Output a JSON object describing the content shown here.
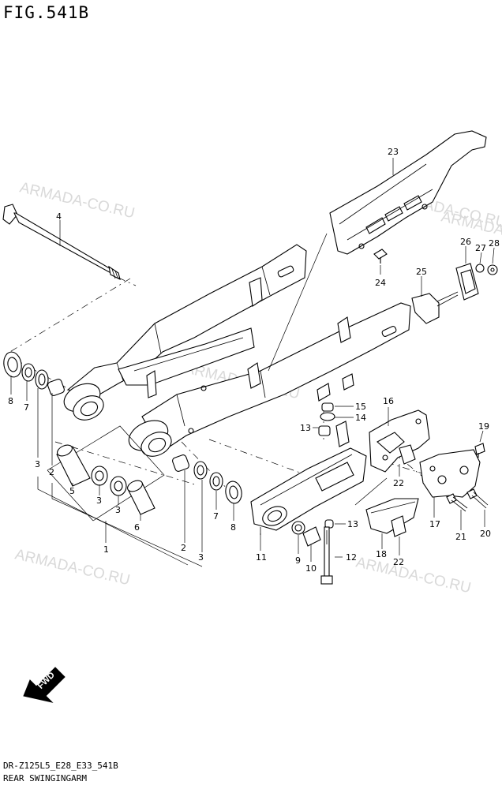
{
  "figure_title": "FIG.541B",
  "footer": {
    "model_code": "DR-Z125L5_E28_E33_541B",
    "section_name": "REAR SWINGINGARM"
  },
  "watermarks": [
    "ARMADA-CO.RU",
    "ARMADA-CO.RU",
    "ARMADA-CO.RU",
    "ARMADA-CO.RU",
    "ARMADA-CO.RU",
    "ARMADA-CO.RU"
  ],
  "forward_arrow": "FWD",
  "part_labels": [
    "1",
    "2",
    "3",
    "4",
    "5",
    "6",
    "7",
    "8",
    "9",
    "10",
    "11",
    "12",
    "13",
    "14",
    "15",
    "16",
    "17",
    "18",
    "19",
    "20",
    "21",
    "22",
    "23",
    "24",
    "25",
    "26",
    "27",
    "28"
  ],
  "callouts": {
    "c4": "4",
    "c8": "8",
    "c7": "7",
    "c3a": "3",
    "c2a": "2",
    "c5": "5",
    "c3b": "3",
    "c3c": "3",
    "c6": "6",
    "c1": "1",
    "c2b": "2",
    "c3d": "3",
    "c7b": "7",
    "c8b": "8",
    "c11": "11",
    "c9": "9",
    "c10": "10",
    "c12": "12",
    "c13a": "13",
    "c13b": "13",
    "c14": "14",
    "c15": "15",
    "c16": "16",
    "c18": "18",
    "c22a": "22",
    "c22b": "22",
    "c17": "17",
    "c21": "21",
    "c20": "20",
    "c19": "19",
    "c23": "23",
    "c24": "24",
    "c25": "25",
    "c26": "26",
    "c27": "27",
    "c28": "28"
  }
}
